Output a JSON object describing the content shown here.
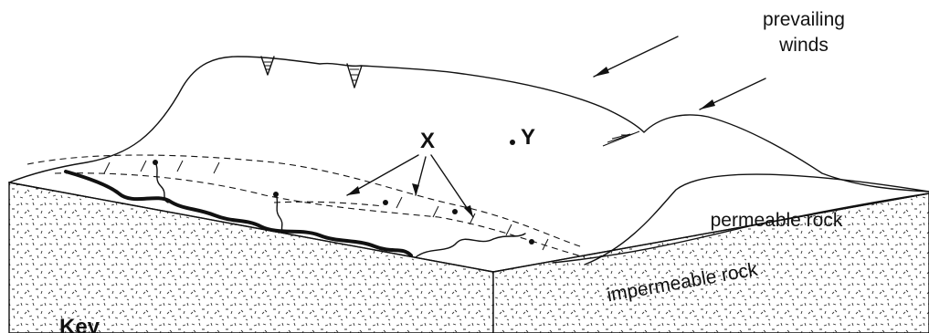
{
  "labels": {
    "prevailing_winds": [
      "prevailing",
      "winds"
    ],
    "x_marker": "X",
    "y_marker": "Y",
    "permeable": "permeable rock",
    "impermeable": "impermeable rock",
    "key": "Key"
  }
}
